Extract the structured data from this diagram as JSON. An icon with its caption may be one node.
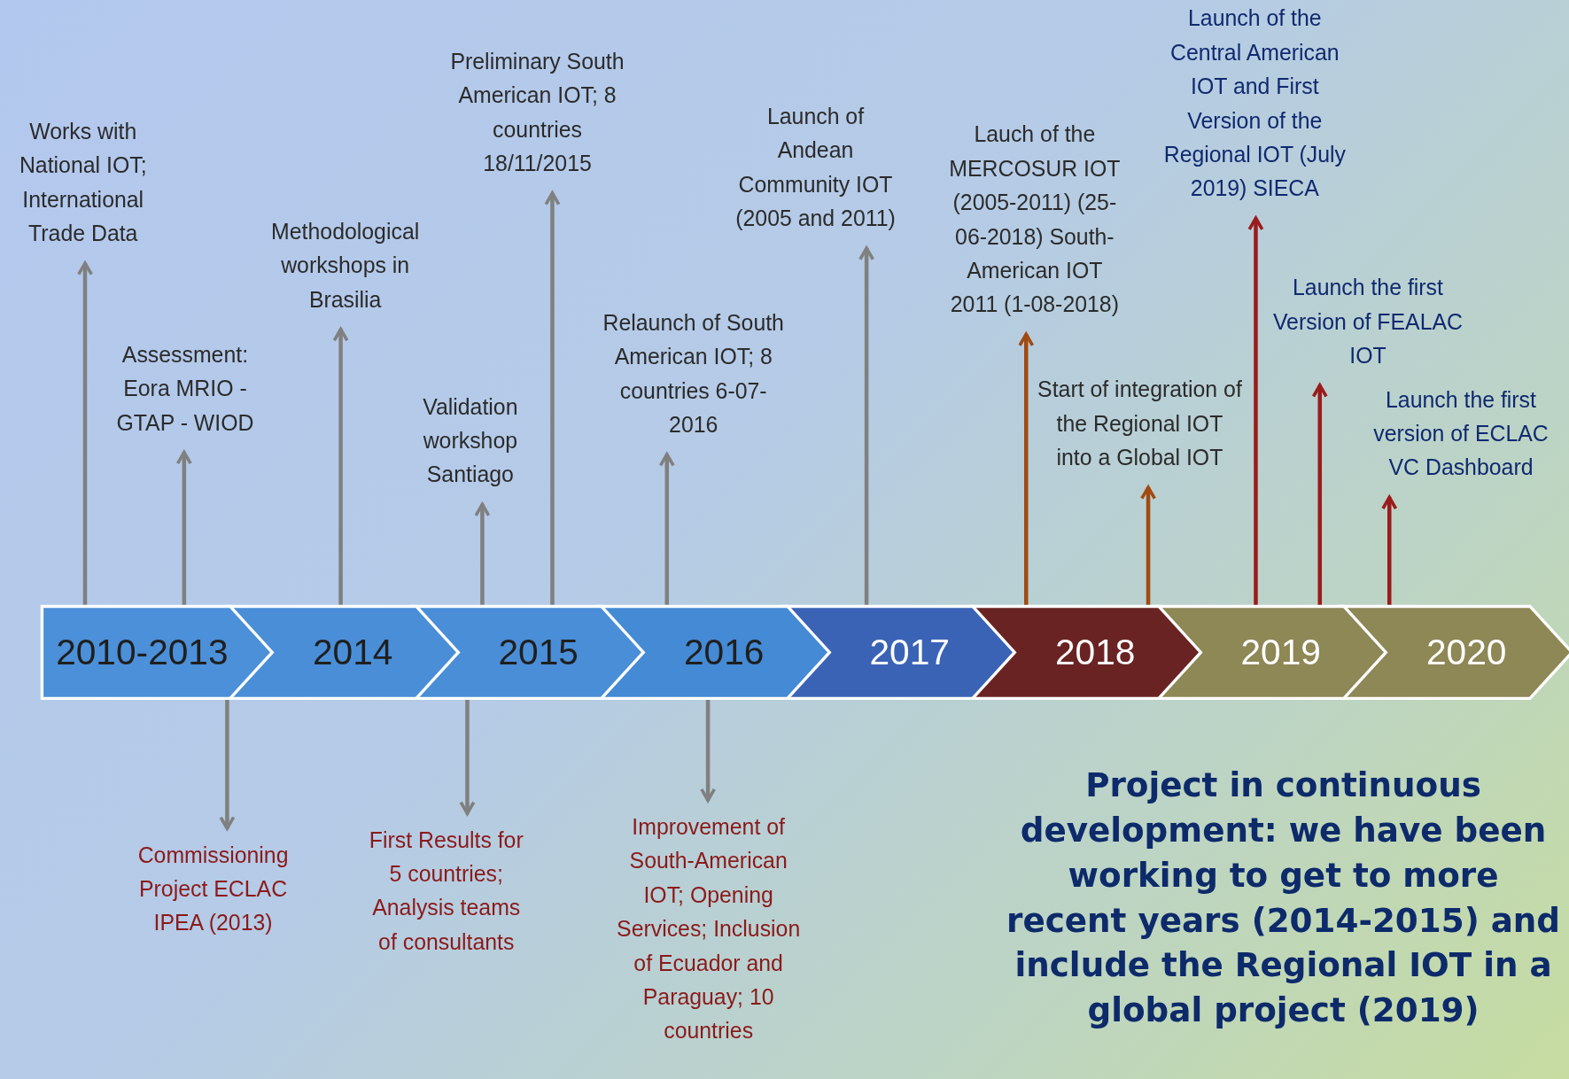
{
  "diagram": {
    "nodes": [
      {
        "text": [
          "2010-2013"
        ]
      },
      {
        "text": [
          "2014"
        ]
      },
      {
        "text": [
          "2015"
        ]
      },
      {
        "text": [
          "2016"
        ]
      },
      {
        "text": [
          "2017"
        ]
      },
      {
        "text": [
          "2018"
        ]
      },
      {
        "text": [
          "2019"
        ]
      },
      {
        "text": [
          "2020"
        ]
      },
      {
        "text": [
          "Works with National IOT; International Trade Data"
        ]
      },
      {
        "text": [
          "Assessment: Eora MRIO - GTAP - WIOD"
        ]
      },
      {
        "text": [
          "Methodological workshops in Brasilia"
        ]
      },
      {
        "text": [
          "Validation workshop Santiago"
        ]
      },
      {
        "text": [
          "Preliminary South American IOT; 8 countries 18/11/2015"
        ]
      },
      {
        "text": [
          "Relaunch of South American IOT; 8 countries 6-07-2016"
        ]
      },
      {
        "text": [
          "Launch of Andean Community IOT (2005 and 2011)"
        ]
      },
      {
        "text": [
          "Lauch of the MERCOSUR IOT (2005-2011) (25-06-2018) South-American IOT 2011 (1-08-2018)"
        ]
      },
      {
        "text": [
          "Start of integration of the Regional IOT into a Global IOT"
        ]
      },
      {
        "text": [
          "Launch of the Central American IOT and First Version of the Regional IOT (July 2019) SIECA"
        ]
      },
      {
        "text": [
          "Launch the first Version of FEALAC IOT"
        ]
      },
      {
        "text": [
          "Launch the first version of ECLAC VC Dashboard"
        ]
      },
      {
        "text": [
          "Commissioning Project ECLAC IPEA (2013)"
        ]
      },
      {
        "text": [
          "First Results for 5 countries; Analysis teams of consultants"
        ]
      },
      {
        "text": [
          "Improvement of South-American IOT; Opening Services; Inclusion of Ecuador and Paraguay; 10 countries"
        ]
      }
    ],
    "edges": [
      {
        "from": 0,
        "to": 8,
        "arrow": "to"
      },
      {
        "from": 0,
        "to": 9,
        "arrow": "to"
      },
      {
        "from": 1,
        "to": 10,
        "arrow": "to"
      },
      {
        "from": 2,
        "to": 11,
        "arrow": "to"
      },
      {
        "from": 2,
        "to": 12,
        "arrow": "to"
      },
      {
        "from": 3,
        "to": 13,
        "arrow": "to"
      },
      {
        "from": 4,
        "to": 14,
        "arrow": "to"
      },
      {
        "from": 5,
        "to": 15,
        "arrow": "to",
        "color": "#a14a12"
      },
      {
        "from": 5,
        "to": 16,
        "arrow": "to",
        "color": "#a14a12"
      },
      {
        "from": 6,
        "to": 17,
        "arrow": "to",
        "color": "#9a1c1c"
      },
      {
        "from": 6,
        "to": 18,
        "arrow": "to",
        "color": "#9a1c1c"
      },
      {
        "from": 7,
        "to": 19,
        "arrow": "to",
        "color": "#9a1c1c"
      },
      {
        "from": 0,
        "to": 20,
        "arrow": "to"
      },
      {
        "from": 2,
        "to": 21,
        "arrow": "to"
      },
      {
        "from": 3,
        "to": 22,
        "arrow": "to"
      }
    ],
    "labels": [
      "Project in continuous development: we have been working to get to more recent years (2014-2015) and include the Regional IOT in a global project (2019)"
    ]
  }
}
